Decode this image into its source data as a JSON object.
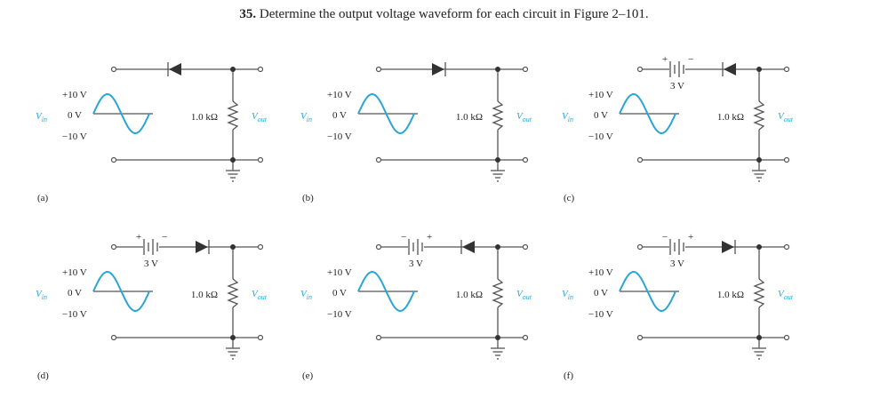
{
  "problem": {
    "number": "35.",
    "text": "Determine the output voltage waveform for each circuit in Figure 2–101."
  },
  "labels": {
    "vin": "V",
    "vin_sub": "in",
    "vout": "V",
    "vout_sub": "out",
    "plus_peak": "+10 V",
    "zero": "0 V",
    "minus_peak": "−10 V",
    "resistor": "1.0 kΩ",
    "battery_voltage": "3 V",
    "plus": "+",
    "minus": "−"
  },
  "colors": {
    "wire": "#555555",
    "signal": "#2aa6d6"
  },
  "circuits": [
    {
      "caption": "(a)",
      "diode": "left",
      "battery": ""
    },
    {
      "caption": "(b)",
      "diode": "right",
      "battery": ""
    },
    {
      "caption": "(c)",
      "diode": "left",
      "battery": "plus-left"
    },
    {
      "caption": "(d)",
      "diode": "right",
      "battery": "plus-left"
    },
    {
      "caption": "(e)",
      "diode": "left",
      "battery": "minus-left"
    },
    {
      "caption": "(f)",
      "diode": "right",
      "battery": "minus-left"
    }
  ]
}
